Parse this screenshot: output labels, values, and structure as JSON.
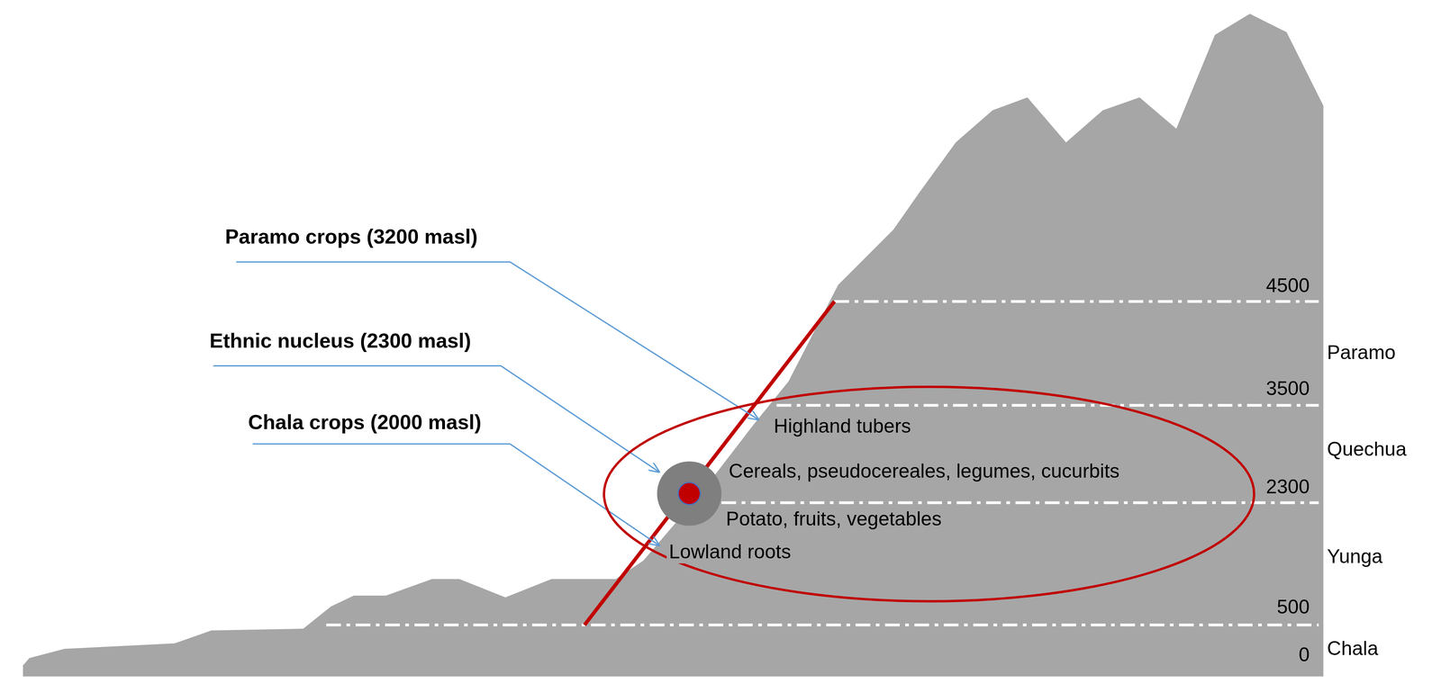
{
  "diagram": {
    "nodes": [
      {
        "text": [
          "Highland tubers",
          "Cereals, pseudocereales, legumes, cucurbits",
          "Potato, fruits, vegetables",
          "Lowland roots"
        ]
      }
    ],
    "labels": [
      "Paramo crops (3200 masl)",
      "Ethnic nucleus (2300 masl)",
      "Chala crops (2000 masl)",
      "4500",
      "Paramo",
      "3500",
      "Quechua",
      "2300",
      "Yunga",
      "500",
      "Chala",
      "0"
    ]
  }
}
